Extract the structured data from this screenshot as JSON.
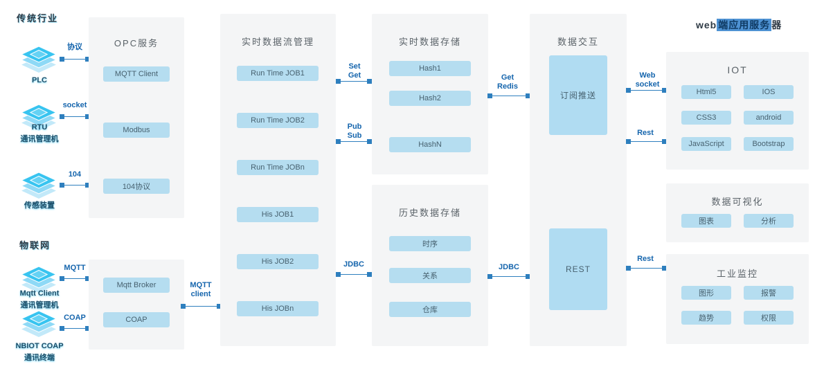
{
  "colors": {
    "panel_gray": "#f4f5f6",
    "chip_blue": "#b5ddf0",
    "icon_cyan": "#38c4f0",
    "connector_blue": "#2e7fbe",
    "label_blue": "#1565ad"
  },
  "section_labels": {
    "traditional": "传统行业",
    "iot": "物联网"
  },
  "web_title": {
    "pre": "web",
    "highlight": "端应用服务",
    "post": "器"
  },
  "devices": [
    {
      "caption1": "PLC",
      "link_label": "协议"
    },
    {
      "caption1": "RTU",
      "caption2": "通讯管理机",
      "link_label": "socket"
    },
    {
      "caption1": "传感装置",
      "link_label": "104"
    },
    {
      "caption1": "Mqtt Client",
      "caption2": "通讯管理机",
      "link_label": "MQTT"
    },
    {
      "caption1": "NBIOT COAP",
      "caption2": "通讯终端",
      "link_label": "COAP"
    }
  ],
  "panels": {
    "opc": {
      "title": "OPC服务",
      "items": [
        "MQTT Client",
        "Modbus",
        "104协议"
      ]
    },
    "broker": {
      "items": [
        "Mqtt  Broker",
        "COAP"
      ]
    },
    "stream": {
      "title": "实时数据流管理",
      "items": [
        "Run Time JOB1",
        "Run Time JOB2",
        "Run Time JOBn",
        "His JOB1",
        "His JOB2",
        "His JOBn"
      ]
    },
    "rt_storage": {
      "title": "实时数据存储",
      "items": [
        "Hash1",
        "Hash2",
        "HashN"
      ]
    },
    "his_storage": {
      "title": "历史数据存储",
      "items": [
        "时序",
        "关系",
        "仓库"
      ]
    },
    "exchange": {
      "title": "数据交互",
      "blocks": [
        "订阅推送",
        "REST"
      ]
    },
    "iot": {
      "title": "IOT",
      "items": [
        "Html5",
        "IOS",
        "CSS3",
        "android",
        "JavaScript",
        "Bootstrap"
      ]
    },
    "viz": {
      "title": "数据可视化",
      "items": [
        "图表",
        "分析"
      ]
    },
    "monitor": {
      "title": "工业监控",
      "items": [
        "图形",
        "报警",
        "趋势",
        "权限"
      ]
    }
  },
  "links": {
    "mqtt_client": "MQTT\nclient",
    "set_get": "Set\nGet",
    "pub_sub": "Pub\nSub",
    "jdbc_left": "JDBC",
    "get_redis": "Get\nRedis",
    "jdbc_right": "JDBC",
    "web_socket": "Web\nsocket",
    "rest_top": "Rest",
    "rest_bottom": "Rest"
  }
}
